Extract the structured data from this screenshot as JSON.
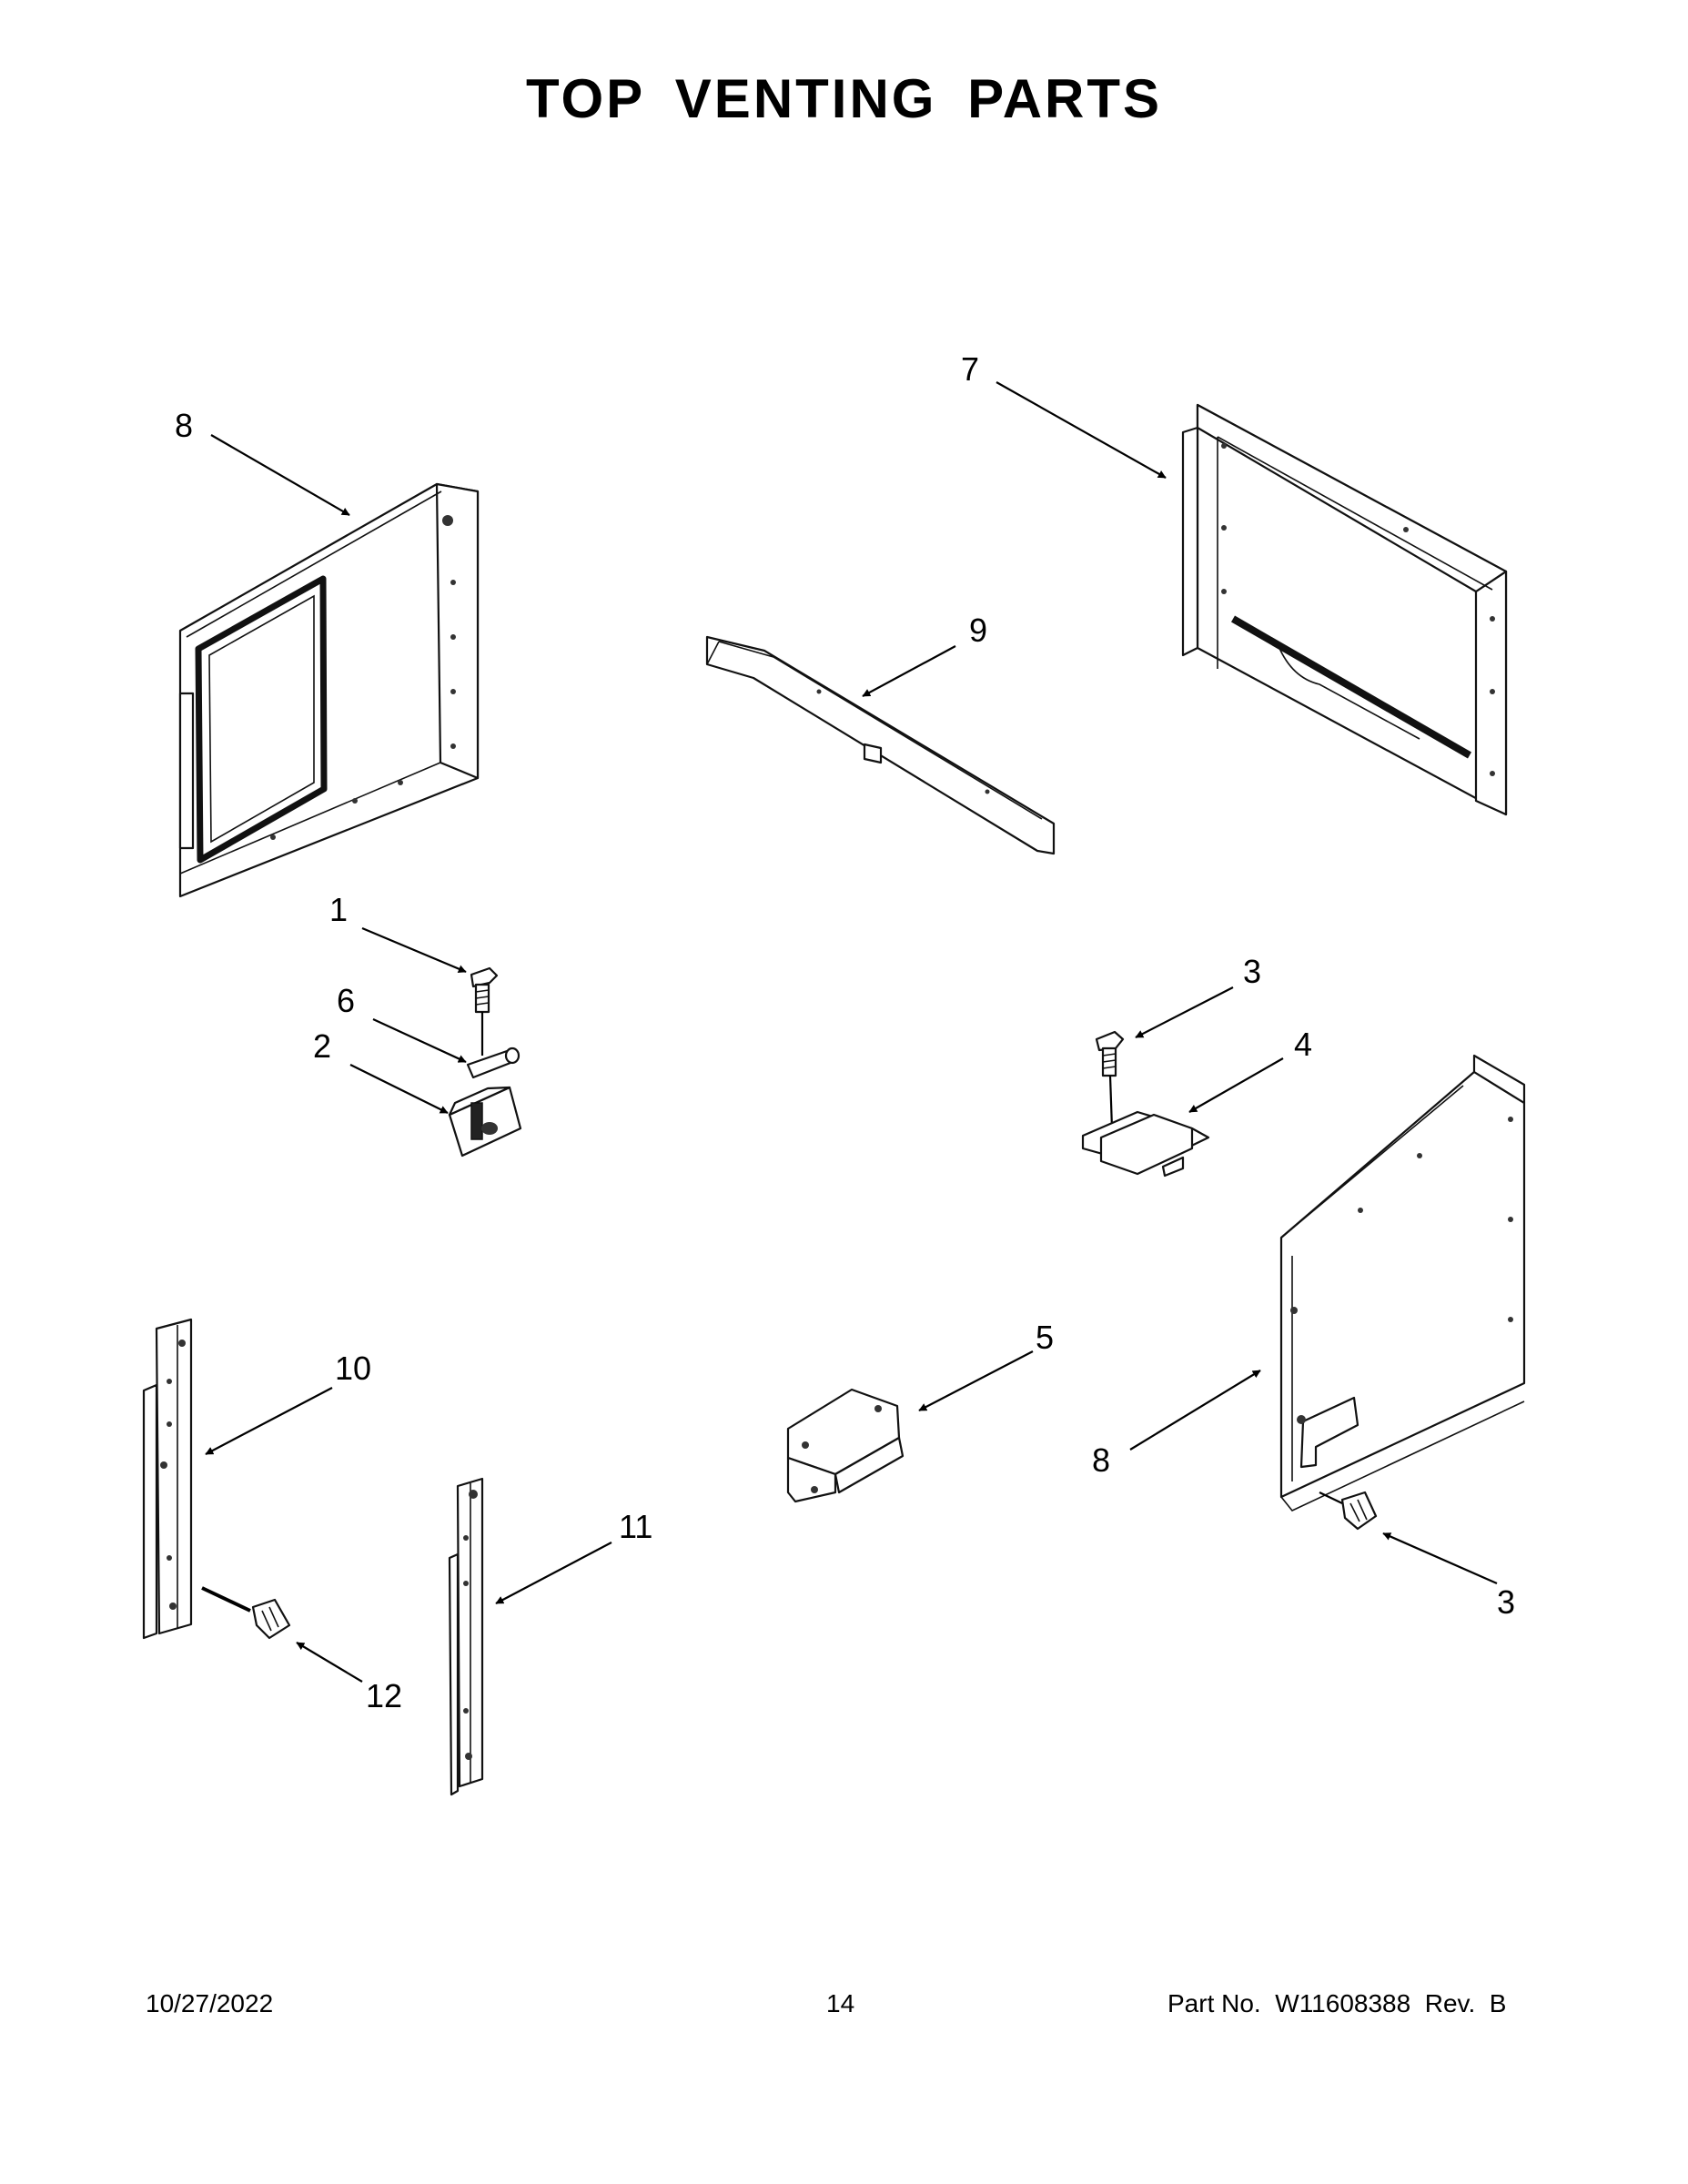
{
  "page": {
    "title": "TOP VENTING PARTS",
    "footer": {
      "date": "10/27/2022",
      "page_number": "14",
      "part_number": "Part No.  W11608388  Rev.  B"
    }
  },
  "callouts": {
    "c1": "1",
    "c2": "2",
    "c3a": "3",
    "c3b": "3",
    "c4": "4",
    "c5": "5",
    "c6": "6",
    "c7": "7",
    "c8a": "8",
    "c8b": "8",
    "c9": "9",
    "c10": "10",
    "c11": "11",
    "c12": "12"
  }
}
